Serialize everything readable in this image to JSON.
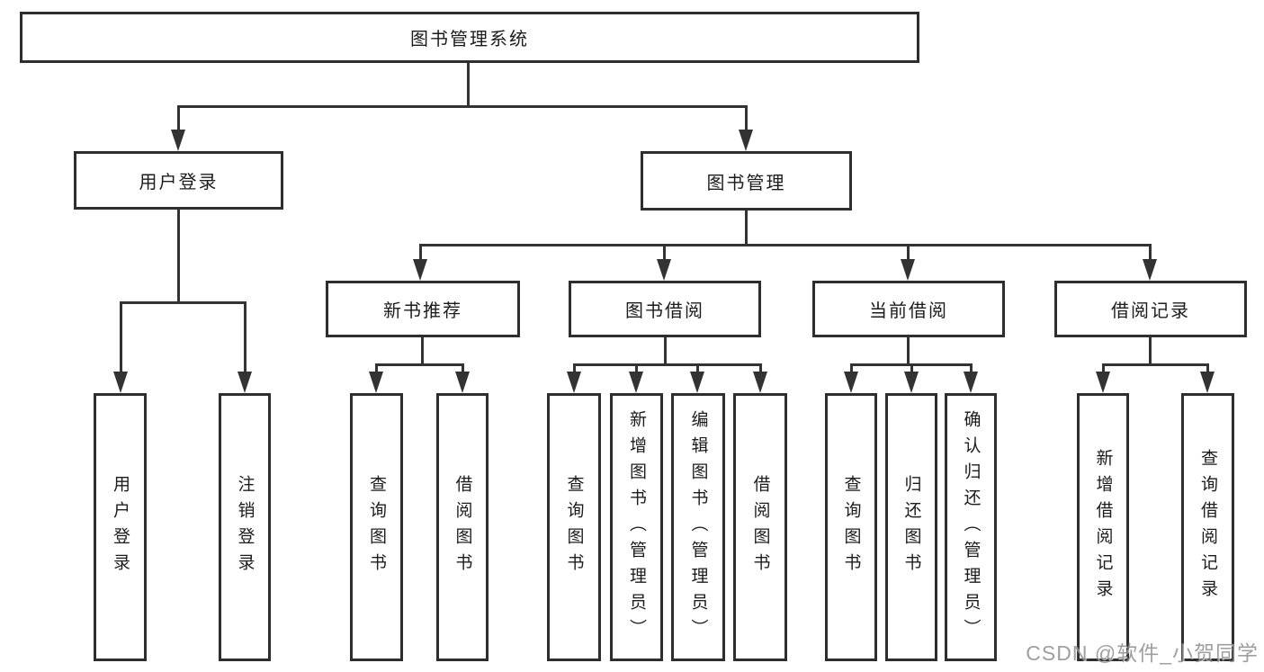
{
  "tree": {
    "root": "图书管理系统",
    "user_login": {
      "label": "用户登录",
      "children": [
        "用户登录",
        "注销登录"
      ]
    },
    "book_management": {
      "label": "图书管理"
    },
    "new_book_rec": {
      "label": "新书推荐",
      "children": [
        "查询图书",
        "借阅图书"
      ]
    },
    "book_borrowing": {
      "label": "图书借阅",
      "children": [
        "查询图书",
        "新增图书（管理员）",
        "编辑图书（管理员）",
        "借阅图书"
      ]
    },
    "current_borrowing": {
      "label": "当前借阅",
      "children": [
        "查询图书",
        "归还图书",
        "确认归还（管理员）"
      ]
    },
    "borrowing_records": {
      "label": "借阅记录",
      "children": [
        "新增借阅记录",
        "查询借阅记录"
      ]
    }
  },
  "watermark": "CSDN @软件_小贺同学",
  "colors": {
    "line": "#333333",
    "box_border": "#2e2e2e",
    "text": "#1c1c1c",
    "background": "#ffffff",
    "watermark": "#8f8f8f"
  }
}
